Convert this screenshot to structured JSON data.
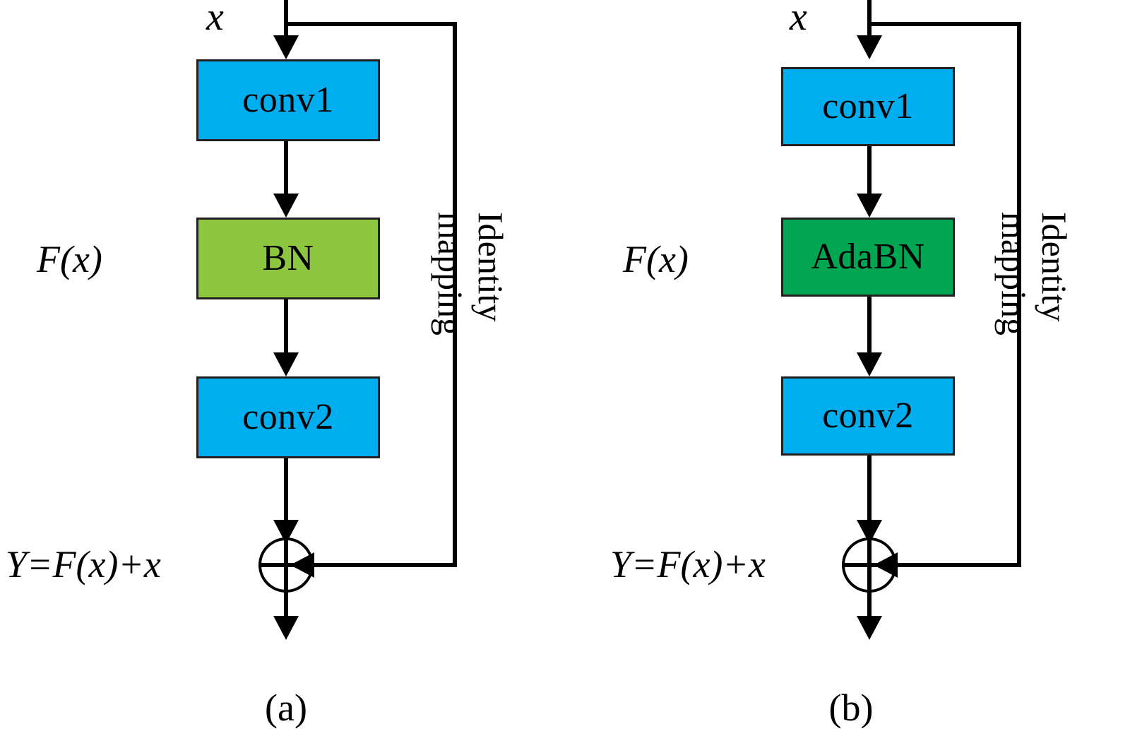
{
  "figure": {
    "type": "diagram",
    "description": "Two residual block architecture diagrams compared side by side",
    "panels": [
      {
        "caption": "(a)",
        "input_label": "x",
        "residual_label": "F(x)",
        "output_label": "Y=F(x)+x",
        "skip_label_line1": "Identity",
        "skip_label_line2": "mapping",
        "blocks": [
          {
            "label": "conv1",
            "color": "#00aeef",
            "style": "blue"
          },
          {
            "label": "BN",
            "color": "#8dc63f",
            "style": "lime"
          },
          {
            "label": "conv2",
            "color": "#00aeef",
            "style": "blue"
          }
        ],
        "sum_operator": "+"
      },
      {
        "caption": "(b)",
        "input_label": "x",
        "residual_label": "F(x)",
        "output_label": "Y=F(x)+x",
        "skip_label_line1": "Identity",
        "skip_label_line2": "mapping",
        "blocks": [
          {
            "label": "conv1",
            "color": "#00aeef",
            "style": "blue"
          },
          {
            "label": "AdaBN",
            "color": "#00a652",
            "style": "green"
          },
          {
            "label": "conv2",
            "color": "#00aeef",
            "style": "blue"
          }
        ],
        "sum_operator": "+"
      }
    ],
    "colors": {
      "conv_block": "#00aeef",
      "bn_block": "#8dc63f",
      "adabn_block": "#00a652",
      "stroke": "#000000",
      "background": "#ffffff"
    }
  }
}
